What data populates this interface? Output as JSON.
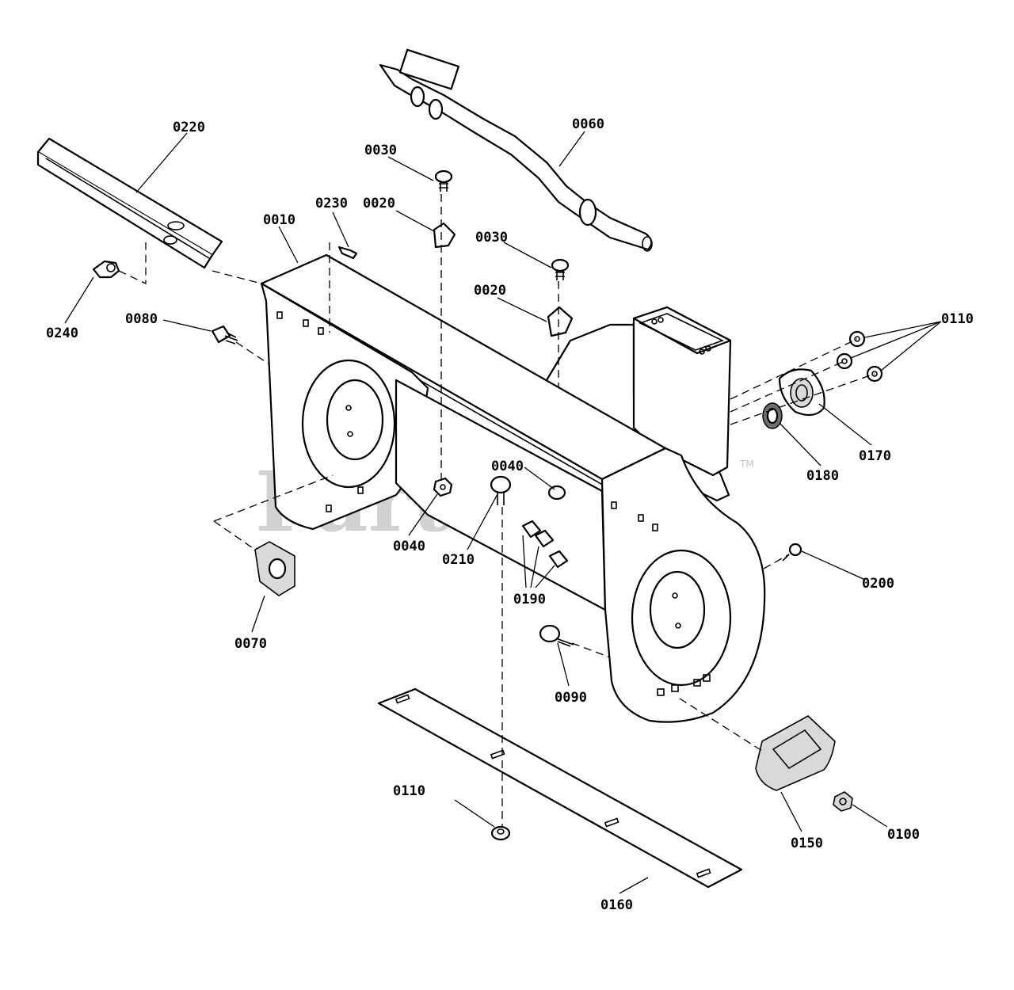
{
  "diagram": {
    "type": "exploded-parts-diagram",
    "callouts": [
      {
        "key": "c0220",
        "label": "0220"
      },
      {
        "key": "c0060",
        "label": "0060"
      },
      {
        "key": "c0030a",
        "label": "0030"
      },
      {
        "key": "c0230",
        "label": "0230"
      },
      {
        "key": "c0020a",
        "label": "0020"
      },
      {
        "key": "c0010",
        "label": "0010"
      },
      {
        "key": "c0030b",
        "label": "0030"
      },
      {
        "key": "c0020b",
        "label": "0020"
      },
      {
        "key": "c0240",
        "label": "0240"
      },
      {
        "key": "c0080",
        "label": "0080"
      },
      {
        "key": "c0110a",
        "label": "0110"
      },
      {
        "key": "c0170",
        "label": "0170"
      },
      {
        "key": "c0180",
        "label": "0180"
      },
      {
        "key": "c0040a",
        "label": "0040"
      },
      {
        "key": "c0040b",
        "label": "0040"
      },
      {
        "key": "c0210",
        "label": "0210"
      },
      {
        "key": "c0190",
        "label": "0190"
      },
      {
        "key": "c0200",
        "label": "0200"
      },
      {
        "key": "c0070",
        "label": "0070"
      },
      {
        "key": "c0090",
        "label": "0090"
      },
      {
        "key": "c0110b",
        "label": "0110"
      },
      {
        "key": "c0150",
        "label": "0150"
      },
      {
        "key": "c0100",
        "label": "0100"
      },
      {
        "key": "c0160",
        "label": "0160"
      }
    ],
    "watermark": {
      "text": "PartsTree",
      "trademark": "TM"
    }
  }
}
